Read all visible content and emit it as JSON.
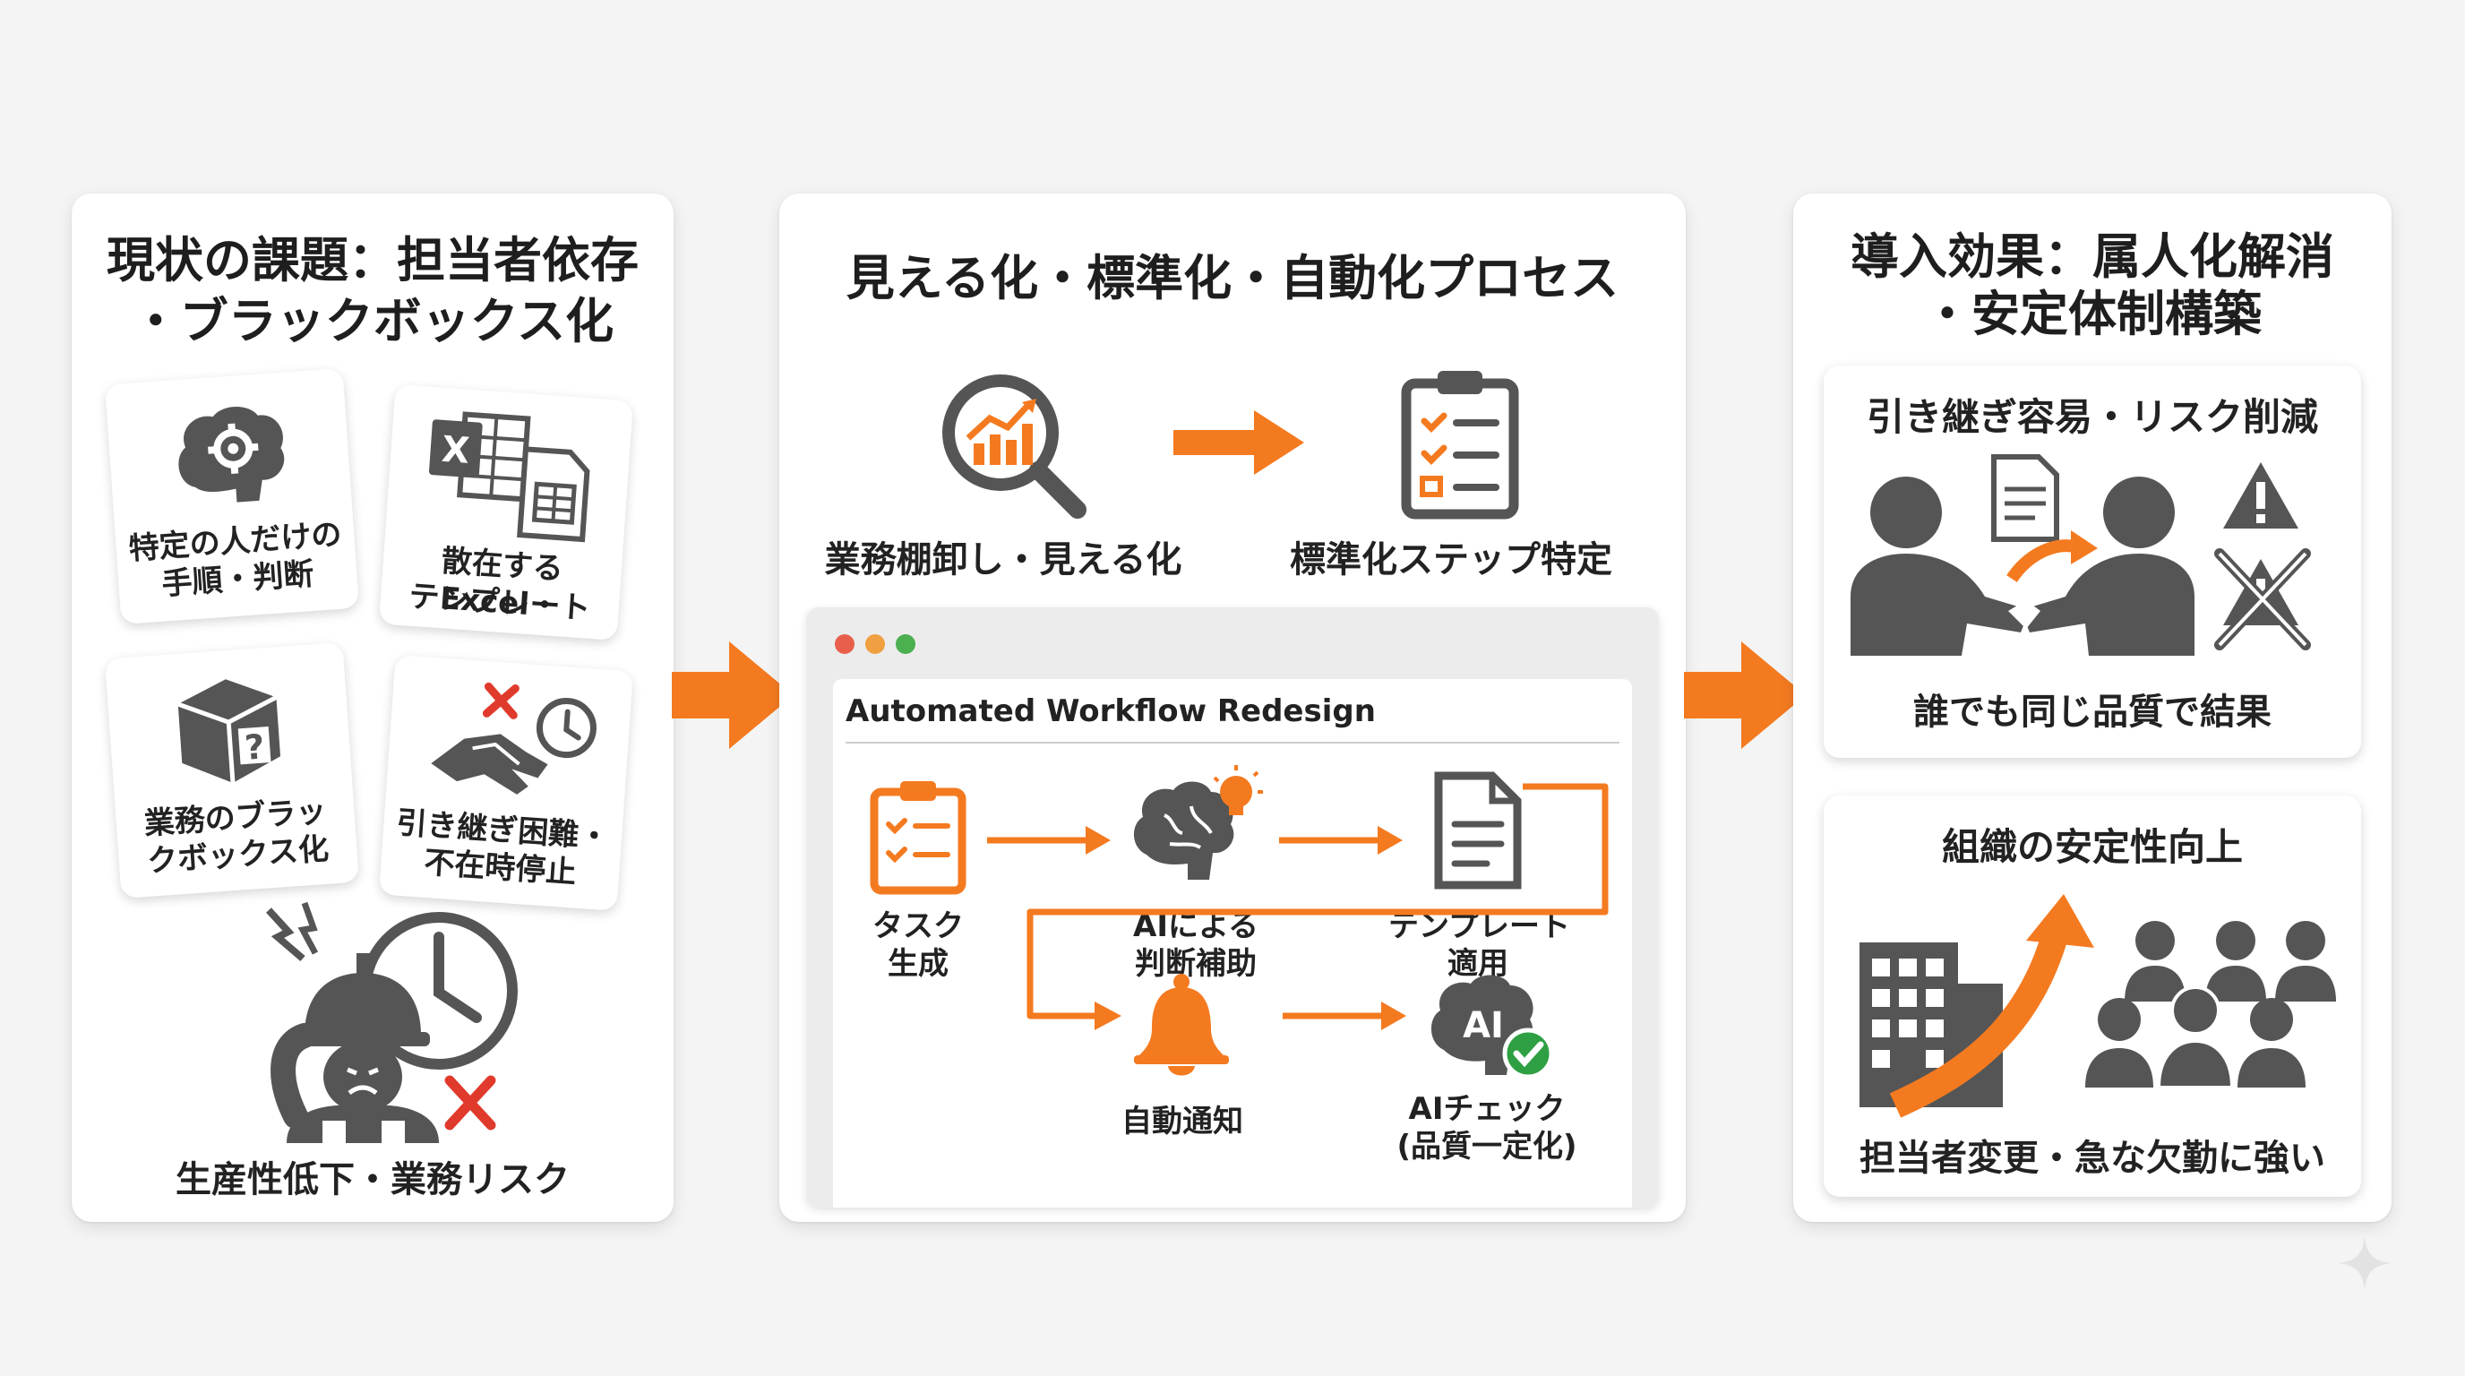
{
  "colors": {
    "accent": "#f47a20",
    "icon_gray": "#555555",
    "danger": "#e03a2c",
    "ok_green": "#2ea043"
  },
  "left_panel": {
    "title_line1": "現状の課題：担当者依存",
    "title_line2": "・ブラックボックス化",
    "cards": [
      {
        "line1": "特定の人だけの",
        "line2": "手順・判断",
        "icon": "brain-gear-icon"
      },
      {
        "line1": "散在するExcel・",
        "line2": "テンプレート",
        "icon": "excel-files-icon"
      },
      {
        "line1": "業務のブラッ",
        "line2": "クボックス化",
        "icon": "mystery-box-icon"
      },
      {
        "line1": "引き継ぎ困難・",
        "line2": "不在時停止",
        "icon": "failed-handshake-icon"
      }
    ],
    "bottom_label": "生産性低下・業務リスク"
  },
  "middle_panel": {
    "title": "見える化・標準化・自動化プロセス",
    "step1_label": "業務棚卸し・見える化",
    "step2_label": "標準化ステップ特定",
    "window": {
      "title": "Automated Workflow Redesign",
      "nodes": [
        {
          "line1": "タスク",
          "line2": "生成",
          "icon": "task-clipboard-icon"
        },
        {
          "line1": "AIによる",
          "line2": "判断補助",
          "icon": "ai-brain-bulb-icon"
        },
        {
          "line1": "テンプレート",
          "line2": "適用",
          "icon": "template-document-icon"
        },
        {
          "line1": "自動通知",
          "line2": "",
          "icon": "bell-icon"
        },
        {
          "line1": "AIチェック",
          "line2": "(品質一定化)",
          "icon": "ai-check-icon"
        }
      ],
      "ai_badge": "AI"
    }
  },
  "right_panel": {
    "title_line1": "導入効果：属人化解消",
    "title_line2": "・安定体制構築",
    "card1": {
      "title": "引き継ぎ容易・リスク削減",
      "caption": "誰でも同じ品質で結果"
    },
    "card2": {
      "title": "組織の安定性向上",
      "caption": "担当者変更・急な欠勤に強い"
    }
  }
}
